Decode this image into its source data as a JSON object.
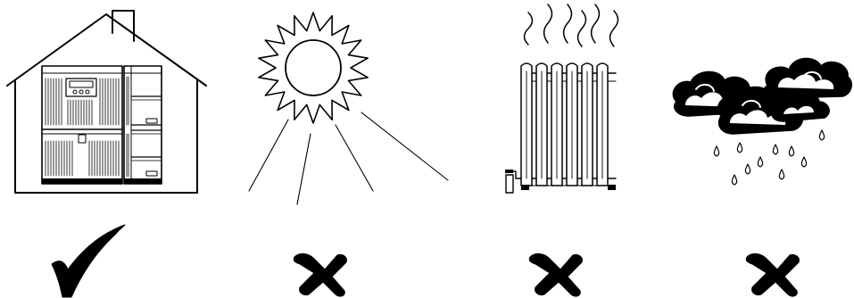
{
  "colors": {
    "ink": "#000000",
    "paper": "#ffffff"
  },
  "panels": [
    {
      "id": "house",
      "icon": "house-with-ups-cabinet-icon",
      "verdict": "check-mark-icon",
      "allowed": true
    },
    {
      "id": "sun",
      "icon": "sun-icon",
      "verdict": "cross-mark-icon",
      "allowed": false
    },
    {
      "id": "heater",
      "icon": "radiator-heat-icon",
      "verdict": "cross-mark-icon",
      "allowed": false
    },
    {
      "id": "rain",
      "icon": "rain-cloud-icon",
      "verdict": "cross-mark-icon",
      "allowed": false
    }
  ]
}
